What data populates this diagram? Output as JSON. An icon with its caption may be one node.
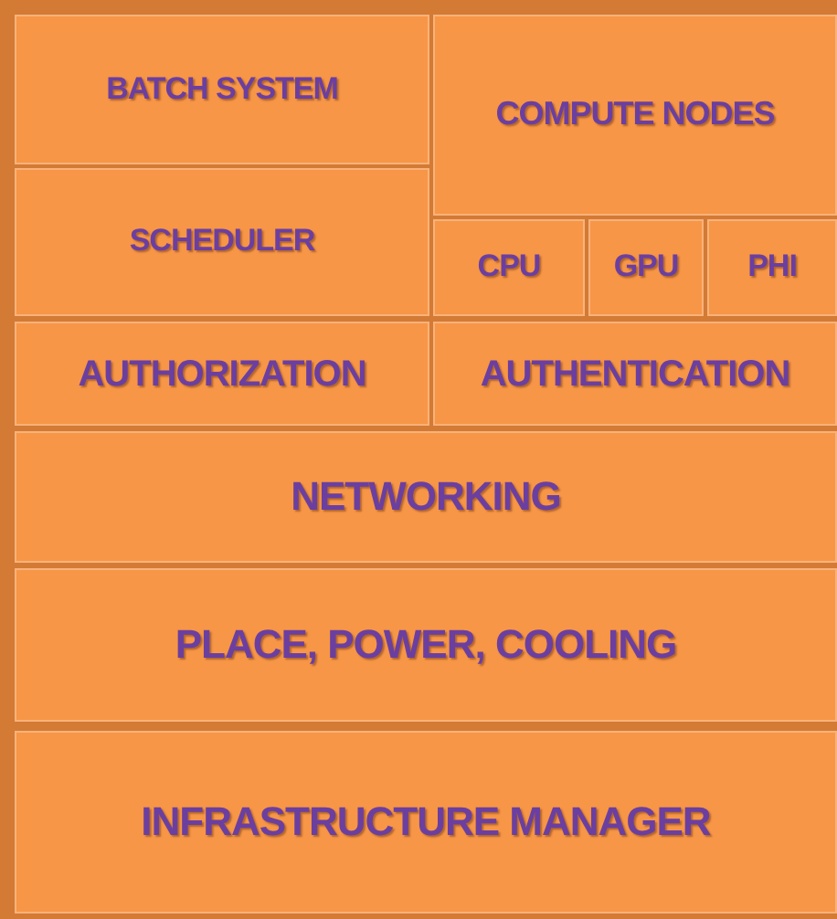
{
  "diagram": {
    "nodes": [
      {
        "text": [
          "BATCH SYSTEM"
        ]
      },
      {
        "text": [
          "COMPUTE NODES"
        ]
      },
      {
        "text": [
          "SCHEDULER"
        ]
      },
      {
        "text": [
          "CPU"
        ]
      },
      {
        "text": [
          "GPU"
        ]
      },
      {
        "text": [
          "PHI"
        ]
      },
      {
        "text": [
          "AUTHORIZATION"
        ]
      },
      {
        "text": [
          "AUTHENTICATION"
        ]
      },
      {
        "text": [
          "NETWORKING"
        ]
      },
      {
        "text": [
          "PLACE, POWER, COOLING"
        ]
      },
      {
        "text": [
          "INFRASTRUCTURE MANAGER"
        ]
      }
    ]
  }
}
